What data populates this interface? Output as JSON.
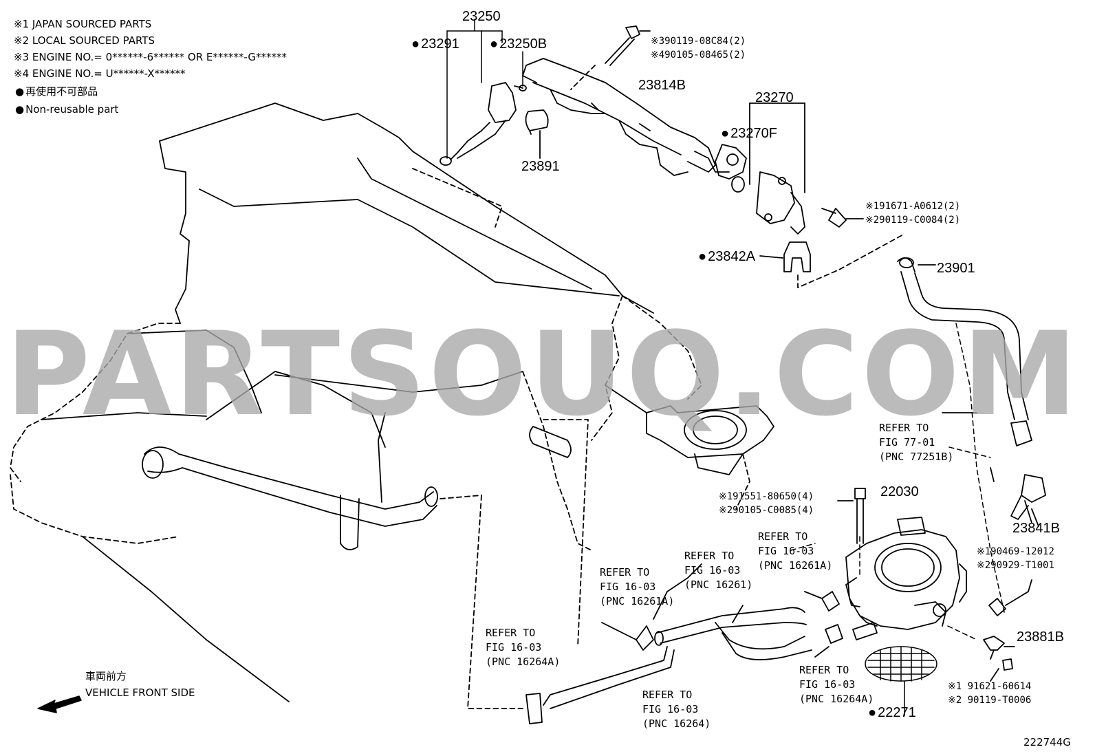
{
  "legend": {
    "notes": [
      "※1 JAPAN SOURCED PARTS",
      "※2 LOCAL SOURCED PARTS",
      "※3 ENGINE NO.= 0******-6****** OR E******-G******",
      "※4 ENGINE NO.= U******-X******"
    ],
    "nonreusable_jp": "再使用不可部品",
    "nonreusable_en": "Non-reusable part"
  },
  "watermark": "PARTSOUQ.COM",
  "parts": {
    "p23250": "23250",
    "p23291": "23291",
    "p23250B": "23250B",
    "p23891": "23891",
    "p23814B": "23814B",
    "p23270": "23270",
    "p23270F": "23270F",
    "p23842A": "23842A",
    "p23901": "23901",
    "p22030": "22030",
    "p23841B": "23841B",
    "p23881B": "23881B",
    "p22271": "22271"
  },
  "codes": {
    "bolt_fuel_rail": "※390119-08C84(2)\n※490105-08465(2)",
    "bolt_23270": "※191671-A0612(2)\n※290119-C0084(2)",
    "bolt_throttle": "※191551-80650(4)\n※290105-C0085(4)",
    "clip_23881": "※190469-12012\n※290929-T1001",
    "screw_bottom": "※1 91621-60614\n※2 90119-T0006"
  },
  "refs": {
    "r77": "REFER TO\nFIG 77-01\n(PNC 77251B)",
    "r16261A_right": "REFER TO\nFIG 16-03\n(PNC 16261A)",
    "r16261": "REFER TO\nFIG 16-03\n(PNC 16261)",
    "r16261A_left": "REFER TO\nFIG 16-03\n(PNC 16261A)",
    "r16264A_left": "REFER TO\nFIG 16-03\n(PNC 16264A)",
    "r16264A_right": "REFER TO\nFIG 16-03\n(PNC 16264A)",
    "r16264": "REFER TO\nFIG 16-03\n(PNC 16264)"
  },
  "direction": {
    "jp": "車両前方",
    "en": "VEHICLE FRONT SIDE"
  },
  "figure_id": "222744G"
}
